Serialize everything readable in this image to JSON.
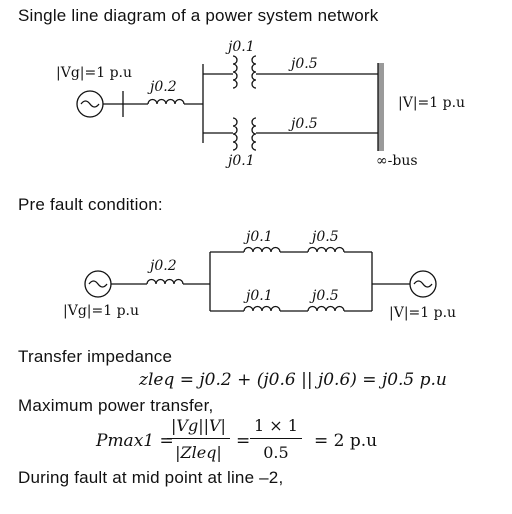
{
  "title": "Single line diagram of a power system network",
  "diagram1": {
    "vg_label": "|Vg|=1 p.u",
    "line_reactance": "j0.2",
    "transformer_top": "j0.1",
    "transformer_bottom": "j0.1",
    "line_top": "j0.5",
    "line_bottom": "j0.5",
    "bus_voltage": "|V|=1 p.u",
    "bus_label": "∞-bus"
  },
  "prefault_heading": "Pre fault condition:",
  "diagram2": {
    "series_reactance": "j0.2",
    "top_branch": [
      "j0.1",
      "j0.5"
    ],
    "bottom_branch": [
      "j0.1",
      "j0.5"
    ],
    "vg_label": "|Vg|=1 p.u",
    "v_label": "|V|=1 p.u"
  },
  "transfer_heading": "Transfer impedance",
  "zeq_equation": "zleq = j0.2 + (j0.6 || j0.6) = j0.5 p.u",
  "max_power_heading": "Maximum power transfer,",
  "pmax": {
    "lhs": "Pmax1 =",
    "num1": "|Vg||V|",
    "den1": "|Zleq|",
    "num2": "1 × 1",
    "den2": "0.5",
    "result": "= 2 p.u"
  },
  "fault_heading": "During fault at mid point at line –2,"
}
